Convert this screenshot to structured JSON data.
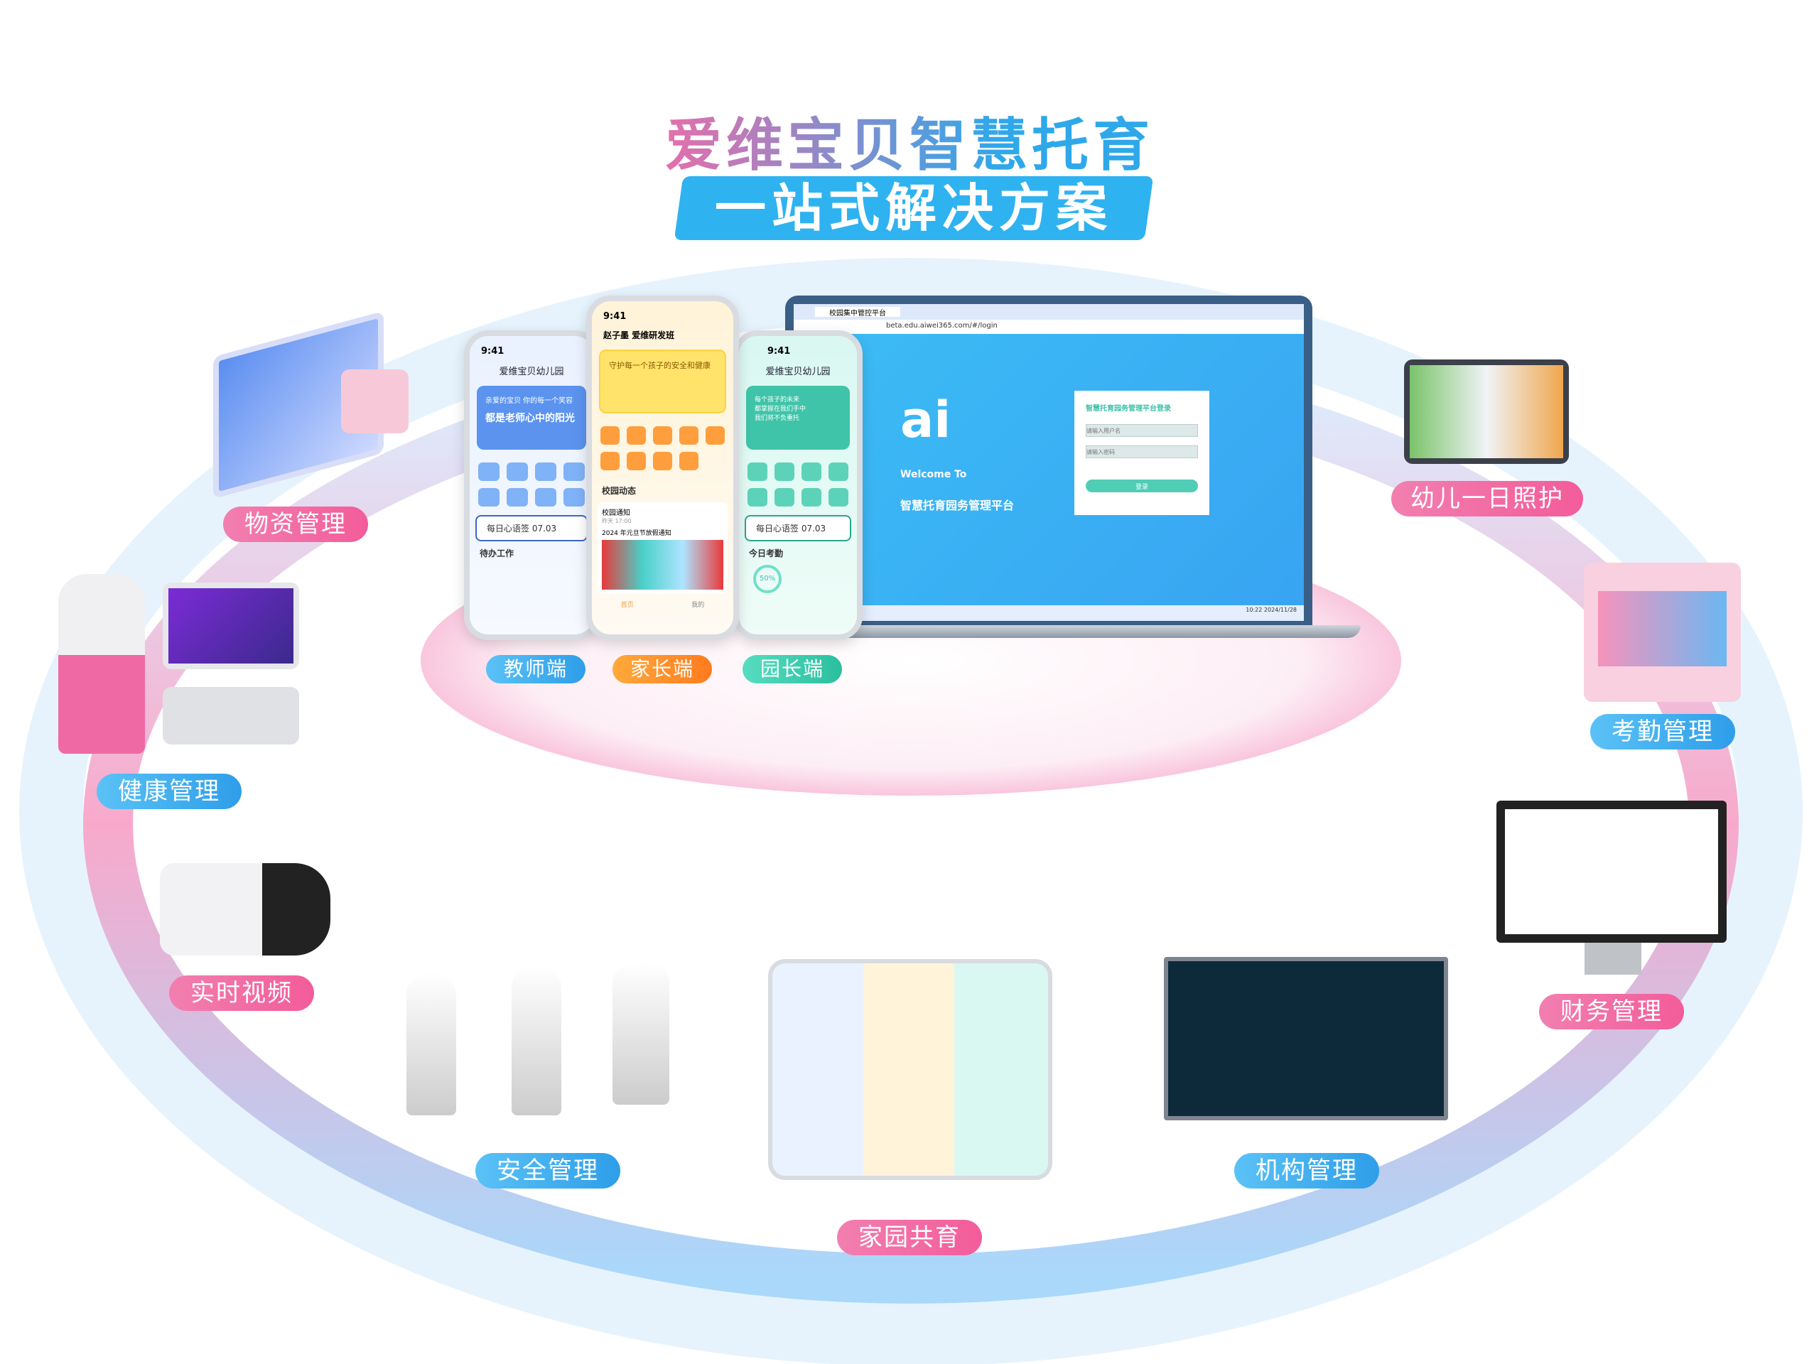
{
  "title": "爱维宝贝智慧托育",
  "subtitle": "一站式解决方案",
  "labels": {
    "materials": "物资管理",
    "daycare": "幼儿一日照护",
    "health": "健康管理",
    "attendance": "考勤管理",
    "video": "实时视频",
    "finance": "财务管理",
    "safety": "安全管理",
    "institution": "机构管理",
    "homeschool": "家园共育",
    "teacher": "教师端",
    "parent": "家长端",
    "director": "园长端"
  },
  "colors": {
    "pink": "#f35c9a",
    "blue": "#2e9ee9",
    "orange": "#ff7b1e",
    "teal": "#2bbf9e"
  },
  "browser": {
    "tab": "校园集中管控平台",
    "url": "beta.edu.aiwei365.com/#/login",
    "time": "10:22",
    "date": "2024/11/28"
  },
  "login": {
    "logo": "ai",
    "welcome": "Welcome To",
    "platform": "智慧托育园务管理平台",
    "form_title": "智慧托育园务管理平台登录",
    "username_placeholder": "请输入用户名",
    "password_placeholder": "请输入密码",
    "login_button": "登录"
  },
  "phones": {
    "time": "9:41",
    "teacher": {
      "school": "爱维宝贝幼儿园",
      "banner_line1": "亲爱的宝贝 你的每一个笑容",
      "banner_line2": "都是老师心中的阳光",
      "card": "每日心语签 07.03",
      "todo": "待办工作"
    },
    "parent": {
      "name": "赵子墨 爱维研发班",
      "banner": "守护每一个孩子的安全和健康",
      "news": "校园动态",
      "notice": "校园通知",
      "notice_time": "昨天 17:00",
      "notice_title": "2024 年元旦节放假通知",
      "nav_home": "首页",
      "nav_me": "我的"
    },
    "director": {
      "school": "爱维宝贝幼儿园",
      "banner_line1": "每个孩子的未来",
      "banner_line2": "都掌握在我们手中",
      "banner_line3": "我们将不负重托",
      "card": "每日心语签 07.03",
      "attendance": "今日考勤",
      "percent": "50%"
    }
  }
}
